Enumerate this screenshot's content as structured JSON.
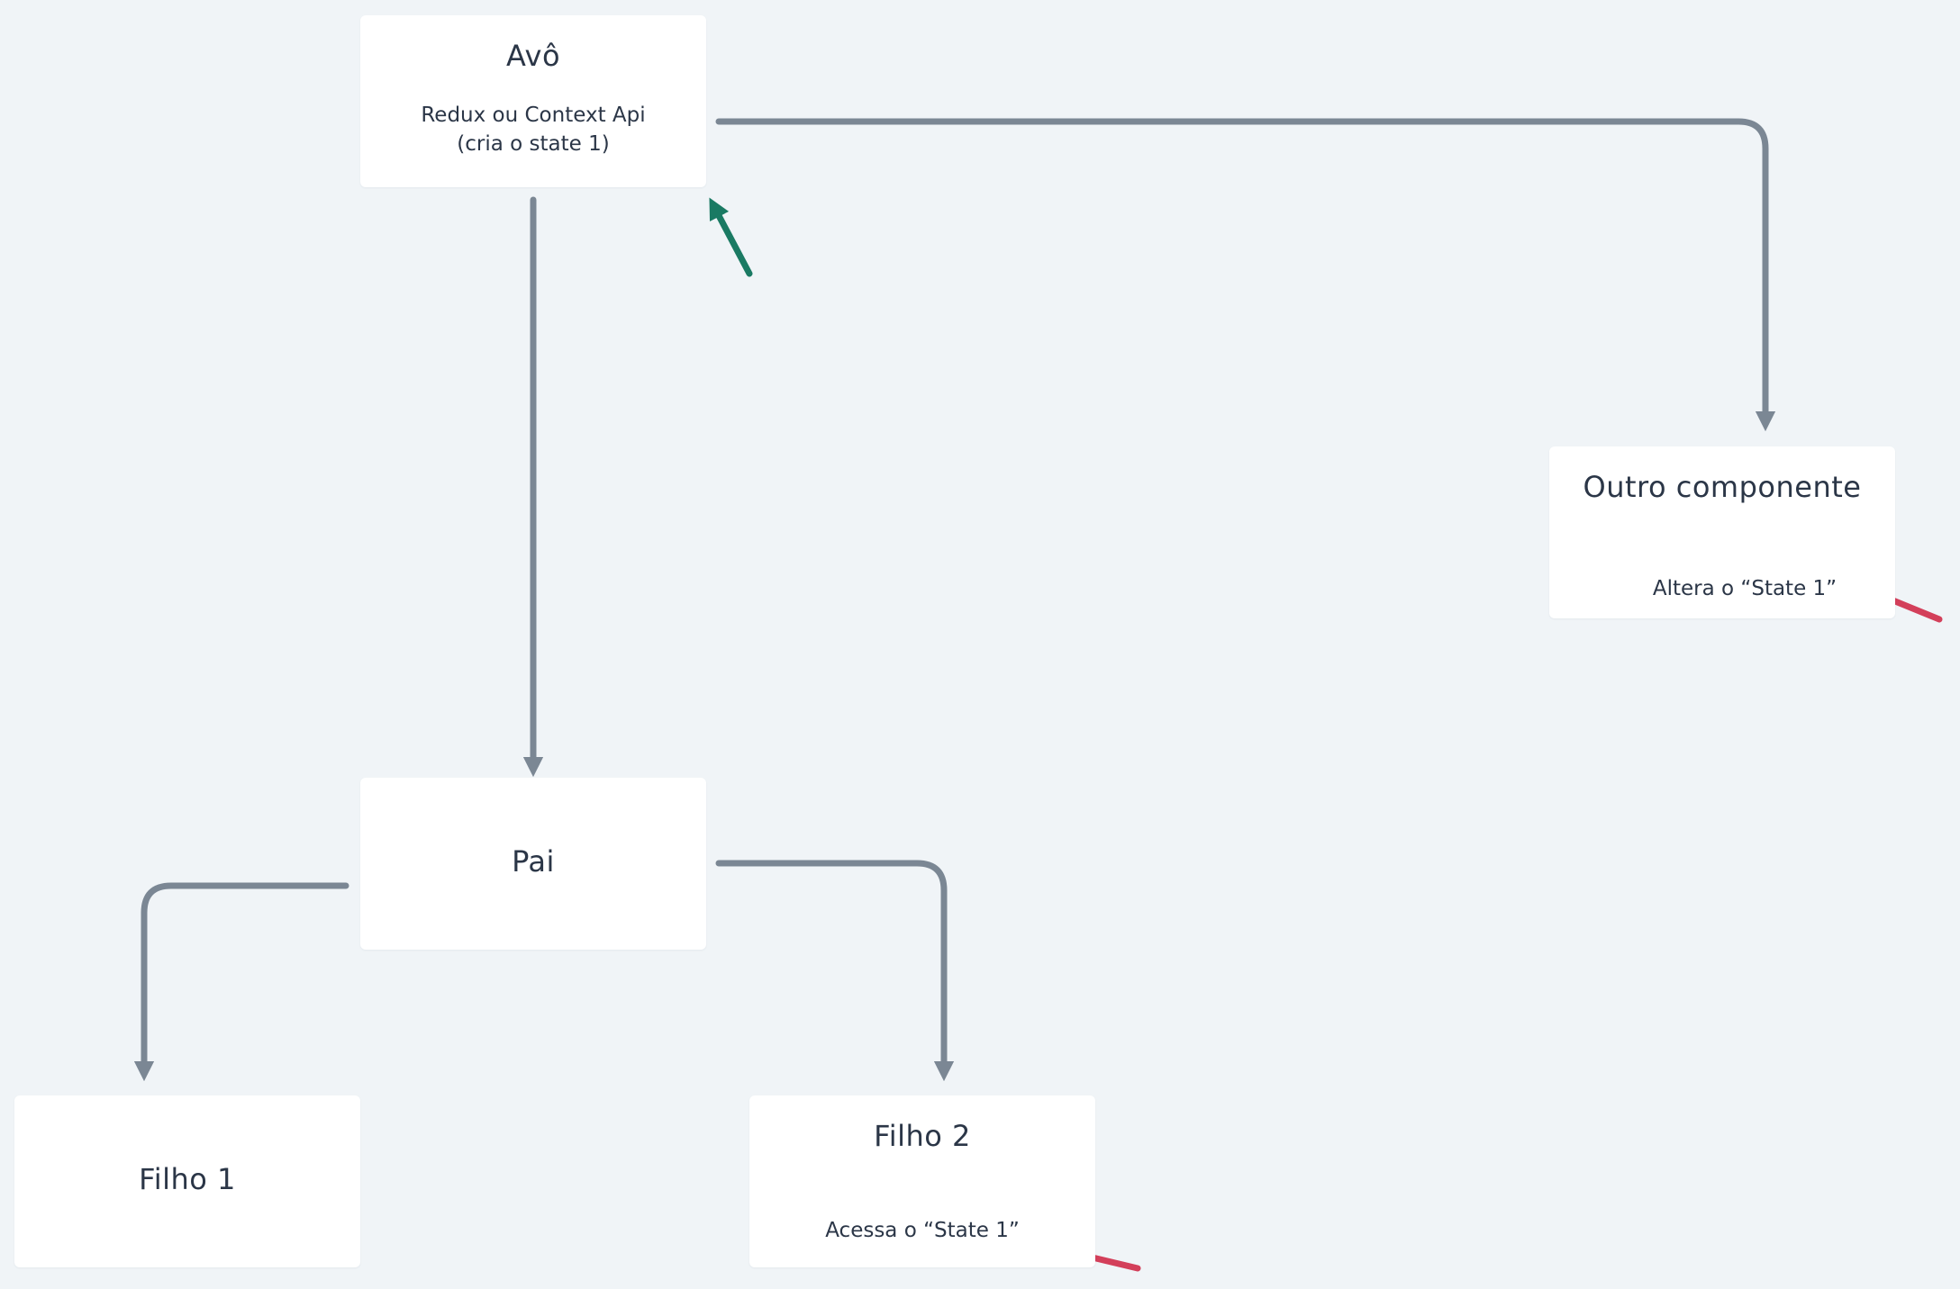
{
  "nodes": {
    "avo": {
      "title": "Avô",
      "line1": "Redux ou Context Api",
      "line2": "(cria o state 1)"
    },
    "pai": {
      "title": "Pai"
    },
    "outro": {
      "title": "Outro componente",
      "note": "Altera o “State 1”"
    },
    "filho1": {
      "title": "Filho 1"
    },
    "filho2": {
      "title": "Filho 2",
      "note": "Acessa o “State 1”"
    }
  },
  "colors": {
    "background": "#f0f4f7",
    "connector": "#7b8794",
    "pointer_green": "#1a7a63",
    "pointer_red": "#d33f5a"
  }
}
